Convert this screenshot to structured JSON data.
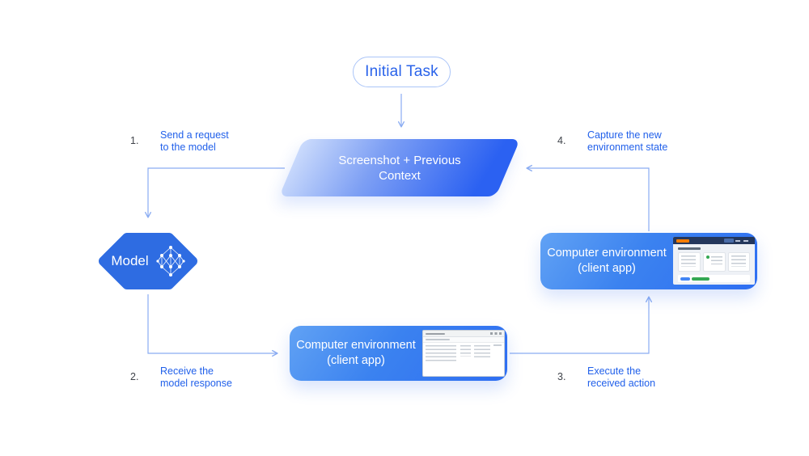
{
  "nodes": {
    "initial_task": {
      "label": "Initial Task"
    },
    "screenshot_context": {
      "label": "Screenshot + Previous\nContext"
    },
    "model": {
      "label": "Model",
      "icon": "neural-network-icon"
    },
    "env_bottom": {
      "label": "Computer environment\n(client app)",
      "screenshot": "desktop-app-window"
    },
    "env_right": {
      "label": "Computer environment\n(client app)",
      "screenshot": "web-app-window"
    }
  },
  "steps": [
    {
      "num": "1.",
      "text": "Send a request\nto the model"
    },
    {
      "num": "2.",
      "text": "Receive the\nmodel response"
    },
    {
      "num": "3.",
      "text": "Execute the\nreceived action"
    },
    {
      "num": "4.",
      "text": "Capture the new\nenvironment state"
    }
  ],
  "colors": {
    "accent_blue": "#2b61f2",
    "pill_border_blue": "#abc5f8",
    "label_blue": "#2160ea",
    "step_number_gray": "#3f434a",
    "connector_blue": "#8aacf2",
    "box_gradient_light": "#61a2f4",
    "box_gradient_dark": "#2e6ef2",
    "navbar_dark": "#24375c",
    "logo_orange": "#f57c00",
    "success_green": "#34a853"
  }
}
